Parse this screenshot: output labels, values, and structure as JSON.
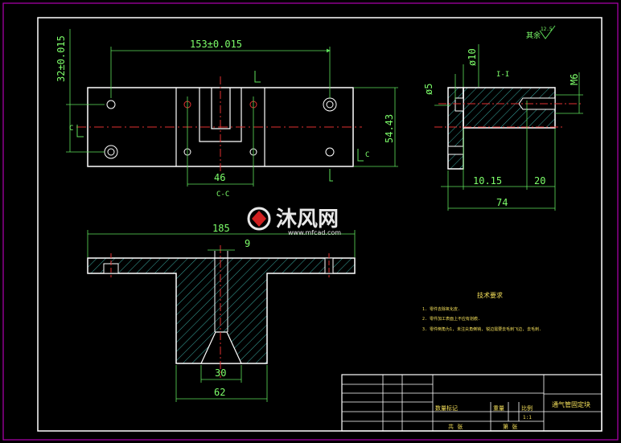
{
  "colors": {
    "background": "#000000",
    "outline": "#ffffff",
    "dimension": "#5ee05a",
    "centerline": "#e03030",
    "hatch": "#3aa8a0",
    "frame": "#b000b0",
    "note": "#f5e05a"
  },
  "top_view": {
    "dim_length": "153±0.015",
    "dim_vertical": "32±0.015",
    "dim_height": "54.43",
    "dim_slot": "46",
    "section_label_bottom": "C-C",
    "section_mark_left": "C",
    "section_mark_right": "C"
  },
  "side_view": {
    "dim_dia_small": "ø5",
    "dim_dia_large": "ø10",
    "dim_thread": "M6",
    "dim_a": "10.15",
    "dim_b": "20",
    "dim_total": "74",
    "section_mark": "I-I",
    "roughness_label": "其余",
    "roughness_value": "12.5"
  },
  "front_view": {
    "dim_total_width": "185",
    "dim_slot_width": "9",
    "dim_bottom_inner": "30",
    "dim_bottom_outer": "62"
  },
  "watermark": {
    "brand": "沐风网",
    "url": "www.mfcad.com"
  },
  "tech_requirements": {
    "heading": "技术要求",
    "items": [
      "1. 零件去除氧化皮.",
      "2. 零件加工表面上不应有划痕.",
      "3. 零件倒角为1, 未注尖角倒钝, 锐边需要去毛刺飞边, 去毛刺."
    ]
  },
  "title_block": {
    "part_name": "通气管固定块",
    "material": "数量标记",
    "mass_label": "重量",
    "scale_label": "比例",
    "scale_value": "1:1",
    "sheet_total": "共  张",
    "sheet_no": "第  张"
  }
}
